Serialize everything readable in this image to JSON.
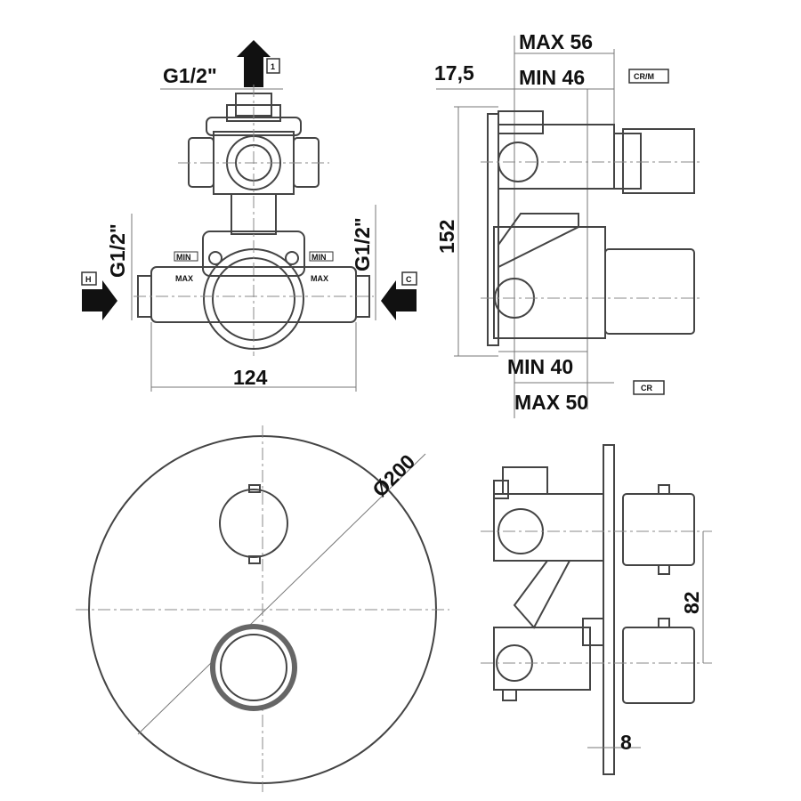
{
  "front_view": {
    "outlet_thread": "G1/2\"",
    "outlet_tag": "1",
    "left_thread": "G1/2\"",
    "right_thread": "G1/2\"",
    "hot_tag": "H",
    "cold_tag": "C",
    "min_label": "MIN",
    "max_label": "MAX",
    "width_dim": "124"
  },
  "side_view": {
    "dim_offset": "17,5",
    "max_top": "MAX 56",
    "min_top": "MIN 46",
    "tag_top": "CR/M",
    "height_dim": "152",
    "min_bottom": "MIN 40",
    "max_bottom": "MAX 50",
    "tag_bottom": "CR"
  },
  "plate_view": {
    "diameter": "Ø200"
  },
  "plate_side_view": {
    "spacing_dim": "82",
    "thickness_dim": "8"
  }
}
